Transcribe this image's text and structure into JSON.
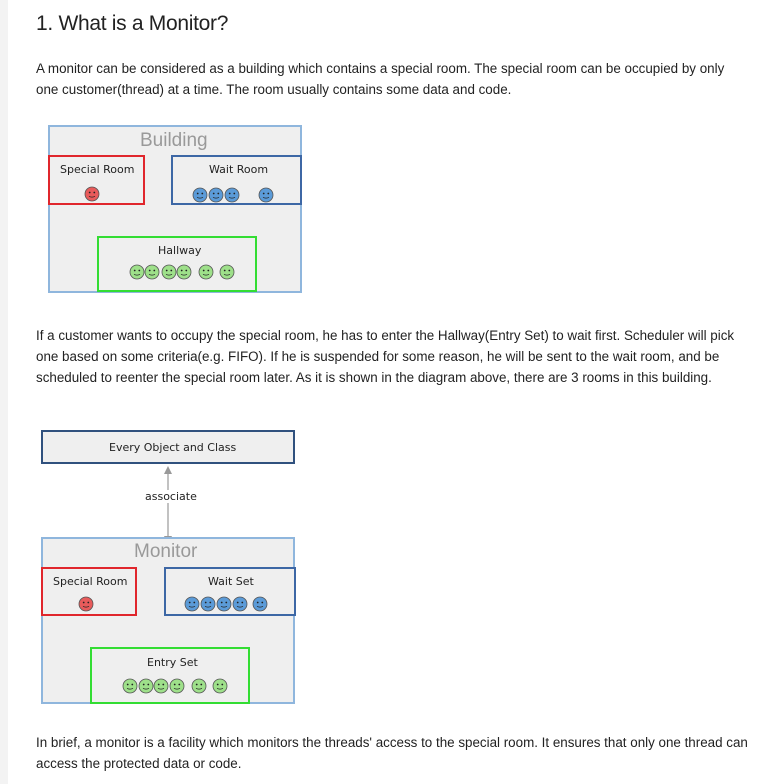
{
  "heading": "1. What is a Monitor?",
  "para1": "A monitor can be considered as a building which contains a special room. The special room can be occupied by only one customer(thread) at a time. The room usually contains some data and code.",
  "diagram1": {
    "title": "Building",
    "special_room": "Special Room",
    "wait_room": "Wait Room",
    "hallway": "Hallway"
  },
  "para2": "If a customer wants to occupy the special room, he has to enter the Hallway(Entry Set) to wait first. Scheduler will pick one based on some criteria(e.g. FIFO). If he is suspended for some reason, he will be sent to the wait room, and be scheduled to reenter the special room later. As it is shown in the diagram above, there are 3 rooms in this building.",
  "diagram2": {
    "object_box": "Every Object and Class",
    "associate": "associate",
    "title": "Monitor",
    "special_room": "Special Room",
    "wait_set": "Wait Set",
    "entry_set": "Entry Set"
  },
  "para3": "In brief, a monitor is a facility which monitors the threads' access to the special room. It ensures that only one thread can access the protected data or code.",
  "colors": {
    "red_face": "#e85b5b",
    "blue_face": "#5b9bd8",
    "green_face": "#9ee08a",
    "special_border": "#e0262c",
    "wait_border": "#3d67a5",
    "entry_border": "#33dd33",
    "outer_border": "#8fb6dd"
  }
}
